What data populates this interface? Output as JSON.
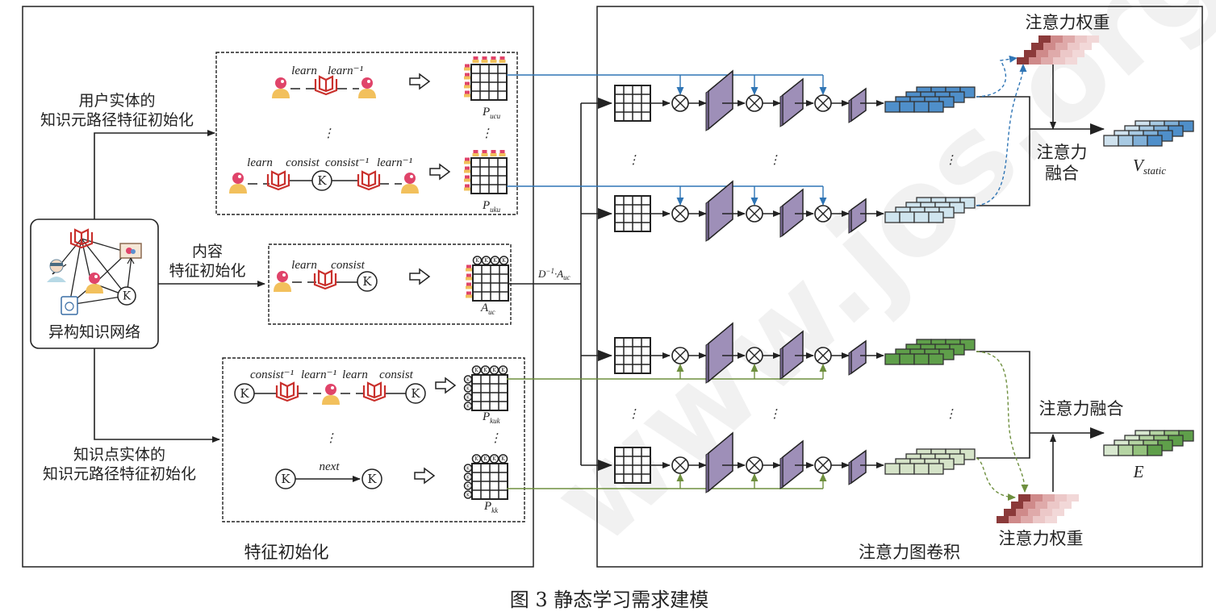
{
  "figure": {
    "caption": "图 3   静态学习需求建模",
    "watermark": "www.jos.org.cn"
  },
  "left_panel": {
    "title": "特征初始化",
    "network_label": "异构知识网络",
    "user_branch_label": [
      "用户实体的",
      "知识元路径特征初始化"
    ],
    "content_branch_label": [
      "内容",
      "特征初始化"
    ],
    "knowledge_branch_label": [
      "知识点实体的",
      "知识元路径特征初始化"
    ],
    "user_paths": {
      "path1_edges": [
        "learn",
        "learn⁻¹"
      ],
      "path2_edges": [
        "learn",
        "consist",
        "consist⁻¹",
        "learn⁻¹"
      ],
      "matrices": [
        {
          "main": "P",
          "sub": "ucu"
        },
        {
          "main": "P",
          "sub": "uku"
        }
      ]
    },
    "content_path": {
      "edges": [
        "learn",
        "consist"
      ],
      "matrix": {
        "main": "A",
        "sub": "uc"
      }
    },
    "knowledge_paths": {
      "path1_edges": [
        "consist⁻¹",
        "learn⁻¹",
        "learn",
        "consist"
      ],
      "path2_edges": [
        "next"
      ],
      "matrices": [
        {
          "main": "P",
          "sub": "kuk"
        },
        {
          "main": "P",
          "sub": "kk"
        }
      ]
    },
    "node_letter": "K",
    "vertical_ellipsis": "⋮"
  },
  "connector": {
    "normalized_label": {
      "main": "D",
      "sup": "−1",
      "mid": "·A",
      "sub": "uc"
    }
  },
  "right_panel": {
    "title": "注意力图卷积",
    "top_weight_label": "注意力权重",
    "top_fusion_label": [
      "注意力",
      "融合"
    ],
    "top_output": {
      "main": "V",
      "sub": "static"
    },
    "bottom_weight_label": "注意力权重",
    "bottom_fusion_label": "注意力融合",
    "bottom_output": "E",
    "ellipsis": "⋮"
  },
  "colors": {
    "user_edge": "#2f75b5",
    "knowledge_edge": "#6e8f3e",
    "conv_layer": "#9e8fb8",
    "user_emb_dark": "#4f8fca",
    "user_emb_light": "#cfe4ee",
    "know_emb_dark": "#5f9f4a",
    "know_emb_light": "#d5e3c8",
    "weight_dark": "#8b3a3a"
  }
}
